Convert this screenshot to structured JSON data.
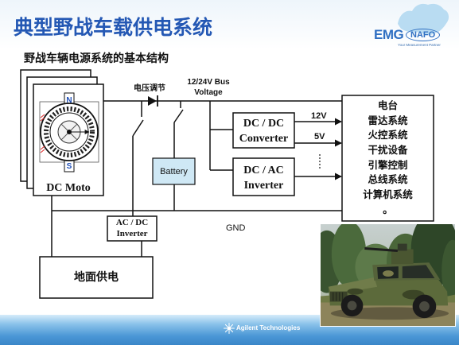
{
  "slide": {
    "title": "典型野战车载供电系统",
    "subtitle": "野战车辆电源系统的基本结构"
  },
  "logo": {
    "brand_left": "EMG",
    "brand_right": "NAFO",
    "tagline": "Your Measurement Partner"
  },
  "diagram": {
    "motor_label": "DC Moto",
    "motor_pole_north": "N",
    "motor_pole_south": "S",
    "regulator_label": "电压调节",
    "bus_label": [
      "12/24V Bus",
      "Voltage"
    ],
    "battery_label": "Battery",
    "dcdc_label": [
      "DC / DC",
      "Converter"
    ],
    "dcac_label": [
      "DC / AC",
      "Inverter"
    ],
    "acdc_label": [
      "AC / DC",
      "Inverter"
    ],
    "ground_power_label": "地面供电",
    "gnd_label": "GND",
    "output_labels": [
      "12V",
      "5V"
    ],
    "loads": [
      "电台",
      "雷达系统",
      "火控系统",
      "干扰设备",
      "引擎控制",
      "总线系统",
      "计算机系统",
      "。"
    ]
  },
  "footer": {
    "company": "Agilent Technologies"
  },
  "icons": {
    "header_logo_map": "china-map-icon",
    "footer_logo": "agilent-spark-icon",
    "motor": "dc-motor-icon",
    "diode": "diode-icon",
    "switch": "switch-icon"
  },
  "colors": {
    "title": "#2458b4",
    "logo_blue": "#2f6fc2",
    "logo_map": "#b9dcf2",
    "battery_fill": "#cfe8f5",
    "motor_pole_label": "#1f4fb8",
    "footer_band": "#3b86c9"
  }
}
